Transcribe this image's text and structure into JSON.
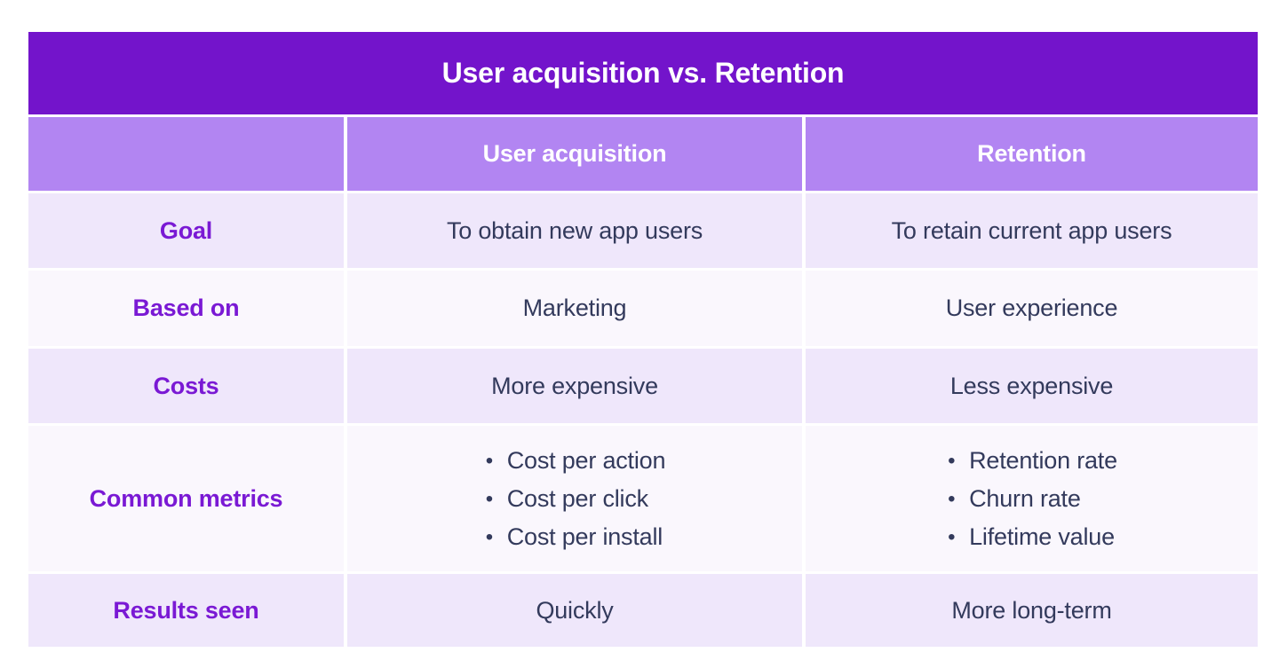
{
  "table": {
    "title": "User acquisition vs. Retention",
    "colors": {
      "title_bg": "#7314cb",
      "header_bg": "#b285f2",
      "row_shade_a": "#efe7fb",
      "row_shade_b": "#faf7fd",
      "label_text": "#7a19d4",
      "body_text": "#333a5c",
      "header_text": "#ffffff",
      "page_bg": "#ffffff"
    },
    "columns": [
      {
        "key": "label",
        "label": ""
      },
      {
        "key": "acquisition",
        "label": "User acquisition"
      },
      {
        "key": "retention",
        "label": "Retention"
      }
    ],
    "rows": [
      {
        "label": "Goal",
        "acquisition": {
          "type": "text",
          "text": "To obtain new app users"
        },
        "retention": {
          "type": "text",
          "text": "To retain current app users"
        }
      },
      {
        "label": "Based on",
        "acquisition": {
          "type": "text",
          "text": "Marketing"
        },
        "retention": {
          "type": "text",
          "text": "User experience"
        }
      },
      {
        "label": "Costs",
        "acquisition": {
          "type": "text",
          "text": "More expensive"
        },
        "retention": {
          "type": "text",
          "text": "Less expensive"
        }
      },
      {
        "label": "Common metrics",
        "acquisition": {
          "type": "list",
          "items": [
            "Cost per action",
            "Cost per click",
            "Cost per install"
          ]
        },
        "retention": {
          "type": "list",
          "items": [
            "Retention rate",
            "Churn rate",
            "Lifetime value"
          ]
        }
      },
      {
        "label": "Results seen",
        "acquisition": {
          "type": "text",
          "text": "Quickly"
        },
        "retention": {
          "type": "text",
          "text": "More long-term"
        }
      }
    ]
  }
}
